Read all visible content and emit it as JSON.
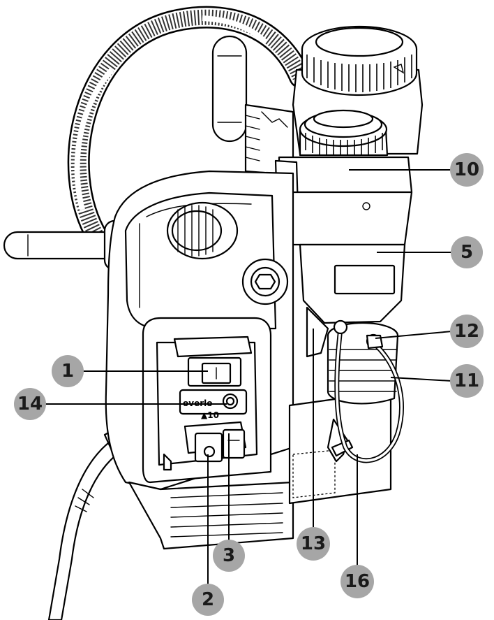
{
  "callouts": [
    {
      "id": "c1",
      "label": "1"
    },
    {
      "id": "c2",
      "label": "2"
    },
    {
      "id": "c3",
      "label": "3"
    },
    {
      "id": "c5",
      "label": "5"
    },
    {
      "id": "c10",
      "label": "10"
    },
    {
      "id": "c11",
      "label": "11"
    },
    {
      "id": "c12",
      "label": "12"
    },
    {
      "id": "c13",
      "label": "13"
    },
    {
      "id": "c14",
      "label": "14"
    },
    {
      "id": "c16",
      "label": "16"
    }
  ],
  "panel_text": {
    "overload": "overlo",
    "indicator": "▲10"
  },
  "colors": {
    "callout_fill": "#a6a6a6",
    "line": "#000000",
    "background": "#ffffff"
  }
}
